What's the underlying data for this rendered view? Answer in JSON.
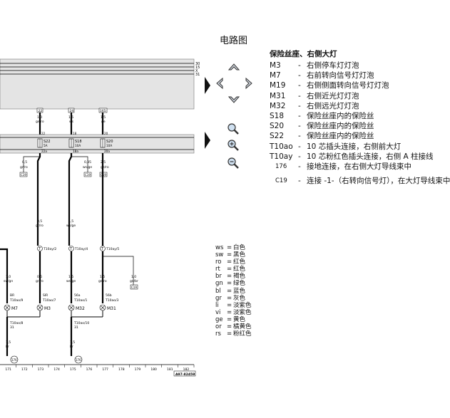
{
  "page_title": "电路图",
  "legend": {
    "heading": "保险丝座、右侧大灯",
    "items": [
      {
        "code": "M3",
        "desc": "右侧停车灯灯泡"
      },
      {
        "code": "M7",
        "desc": "右前转向信号灯灯泡"
      },
      {
        "code": "M19",
        "desc": "右侧侧面转向信号灯灯泡"
      },
      {
        "code": "M31",
        "desc": "右侧近光灯灯泡"
      },
      {
        "code": "M32",
        "desc": "右侧远光灯灯泡"
      },
      {
        "code": "S18",
        "desc": "保险丝座内的保险丝"
      },
      {
        "code": "S20",
        "desc": "保险丝座内的保险丝"
      },
      {
        "code": "S22",
        "desc": "保险丝座内的保险丝"
      },
      {
        "code": "T10ao",
        "desc": "10 芯插头连接，右侧前大灯"
      },
      {
        "code": "T10ay",
        "desc": "10 芯粉红色插头连接，右侧 A 柱接线"
      },
      {
        "code": "176",
        "desc": "接地连接，在右侧大灯导线束中"
      },
      {
        "code": "C19",
        "desc": "连接 -1-（右转向信号灯），在大灯导线束中"
      }
    ]
  },
  "wire_colors": [
    {
      "ab": "ws",
      "name": "白色"
    },
    {
      "ab": "sw",
      "name": "黑色"
    },
    {
      "ab": "ro",
      "name": "红色"
    },
    {
      "ab": "rt",
      "name": "红色"
    },
    {
      "ab": "br",
      "name": "褐色"
    },
    {
      "ab": "gn",
      "name": "绿色"
    },
    {
      "ab": "bl",
      "name": "蓝色"
    },
    {
      "ab": "gr",
      "name": "灰色"
    },
    {
      "ab": "li",
      "name": "淡紫色"
    },
    {
      "ab": "vi",
      "name": "淡紫色"
    },
    {
      "ab": "ge",
      "name": "黄色"
    },
    {
      "ab": "or",
      "name": "橘黄色"
    },
    {
      "ab": "rs",
      "name": "粉红色"
    }
  ],
  "diagram": {
    "bus_labels": [
      "30",
      "15",
      "X",
      "31"
    ],
    "top_nodes": [
      "22",
      "24",
      "165"
    ],
    "top_wires": [
      {
        "size": "1,0",
        "color": "ge/ro"
      },
      {
        "size": "1,5",
        "color": "ws"
      },
      {
        "size": "1,5",
        "color": "ge"
      }
    ],
    "fuses": [
      {
        "name": "S22",
        "amp": "5A",
        "pin_top": "22",
        "pin_bottom": "22a"
      },
      {
        "name": "S18",
        "amp": "10A",
        "pin_top": "18",
        "pin_bottom": "18a"
      },
      {
        "name": "S20",
        "amp": "10A",
        "pin_top": "20",
        "pin_bottom": "20a"
      }
    ],
    "branches": [
      {
        "size": "0,5",
        "color": "gr/ro",
        "box": "C19"
      },
      {
        "size": "0,35",
        "color": "ws/ge",
        "box": "C19"
      },
      {
        "size": "2,5",
        "color": "ge/ro",
        "box": "C19"
      }
    ],
    "mid_wires": [
      {
        "size": "0,5",
        "color": "gr/ro"
      },
      {
        "size": "1,5",
        "color": "ws/ge"
      }
    ],
    "connectors": [
      "T10ay/2",
      "T10ay/4",
      "T10ay/5"
    ],
    "low_wires": [
      {
        "size": "1,0",
        "color": "sw/gn"
      },
      {
        "size": "0,5",
        "color": "gr/ro"
      },
      {
        "size": "1,5",
        "color": "ws/ge"
      },
      {
        "size": "1,5",
        "color": "ge/ro"
      },
      {
        "size": "1,0",
        "color": "ge/br"
      }
    ],
    "right_box": "C19",
    "lamps": [
      {
        "pin": "BR",
        "conn": "T10ao/9",
        "name": "M7"
      },
      {
        "pin": "SIR",
        "conn": "T10ao/7",
        "name": "M3"
      },
      {
        "pin": "56a",
        "conn": "T10ao/1",
        "name": "M32"
      },
      {
        "pin": "56b",
        "conn": "T10ao/3",
        "name": "M31"
      }
    ],
    "ground_conns": [
      {
        "conn": "T10ao/8",
        "pin": "31"
      },
      {
        "conn": "T10ao/10",
        "pin": "31"
      }
    ],
    "ground_wires": [
      {
        "size": "1,5",
        "color": "br"
      },
      {
        "size": "1,5",
        "color": "br"
      }
    ],
    "ground_label": "176",
    "ruler": [
      "171",
      "172",
      "173",
      "174",
      "175",
      "176",
      "177",
      "178",
      "179",
      "180",
      "181",
      "182"
    ],
    "doc_id": "A97-82459"
  }
}
